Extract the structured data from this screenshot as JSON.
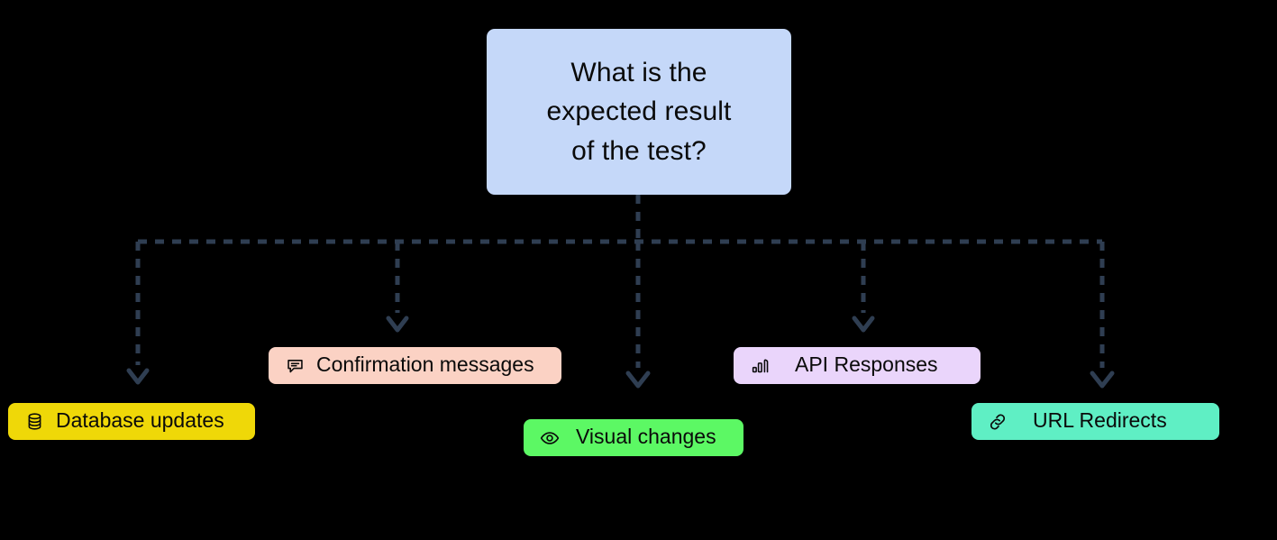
{
  "diagram": {
    "type": "mindmap",
    "background_color": "#000000",
    "edge_color": "#2F3E52",
    "edge_style": "dashed",
    "root": {
      "label": "What is the\nexpected result\nof the test?",
      "color": "#C5D8F9"
    },
    "branches": [
      {
        "id": "database-updates",
        "label": "Database updates",
        "icon": "database-icon",
        "color": "#EFD808"
      },
      {
        "id": "confirmation-messages",
        "label": "Confirmation messages",
        "icon": "message-icon",
        "color": "#FBD2C4"
      },
      {
        "id": "visual-changes",
        "label": "Visual changes",
        "icon": "eye-icon",
        "color": "#5CF864"
      },
      {
        "id": "api-responses",
        "label": "API Responses",
        "icon": "bar-chart-icon",
        "color": "#EAD5FB"
      },
      {
        "id": "url-redirects",
        "label": "URL Redirects",
        "icon": "link-icon",
        "color": "#5FEFC4"
      }
    ]
  }
}
